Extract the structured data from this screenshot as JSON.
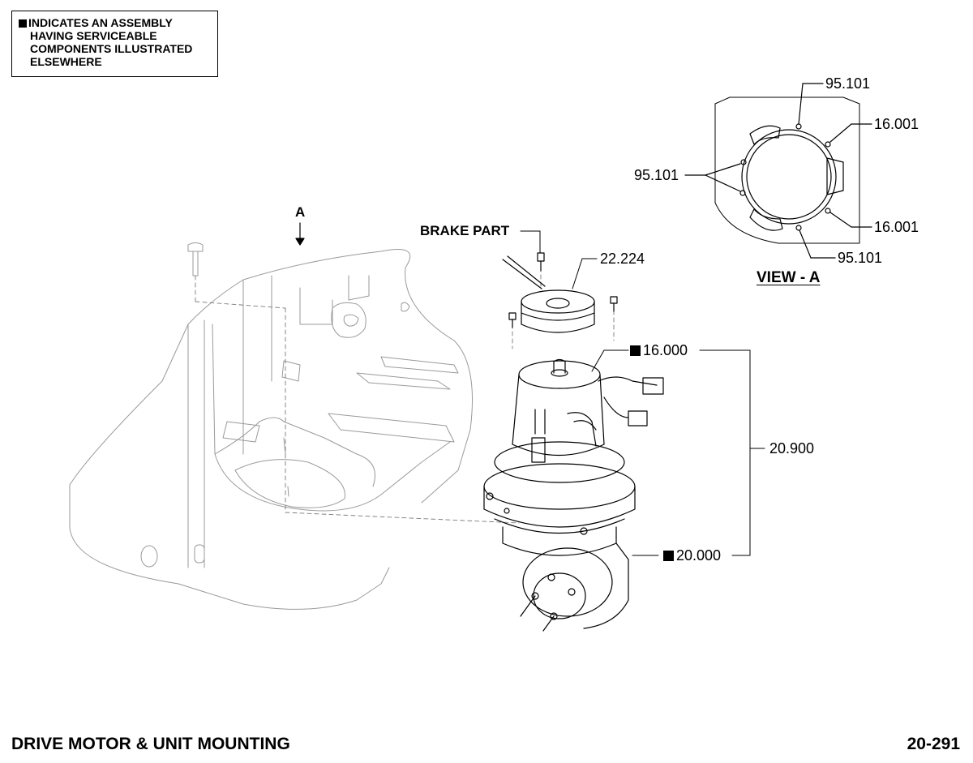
{
  "legend": {
    "marker": "■",
    "lines": [
      "INDICATES AN ASSEMBLY",
      "HAVING SERVICEABLE",
      "COMPONENTS ILLUSTRATED",
      "ELSEWHERE"
    ]
  },
  "view_marker": "A",
  "callouts": {
    "brake_part": "BRAKE PART",
    "brake": "22.224",
    "motor_assembly": "16.000",
    "drive_unit_group": "20.900",
    "drive_unit_assembly": "20.000",
    "view_a_top_screw": "95.101",
    "view_a_top_tab": "16.001",
    "view_a_left_screws": "95.101",
    "view_a_bottom_tab": "16.001",
    "view_a_bottom_screw": "95.101"
  },
  "view_title": "VIEW - A",
  "footer": {
    "title": "DRIVE MOTOR & UNIT MOUNTING",
    "page_number": "20-291"
  },
  "icons": {
    "assembly_marker": "black-square-icon"
  }
}
